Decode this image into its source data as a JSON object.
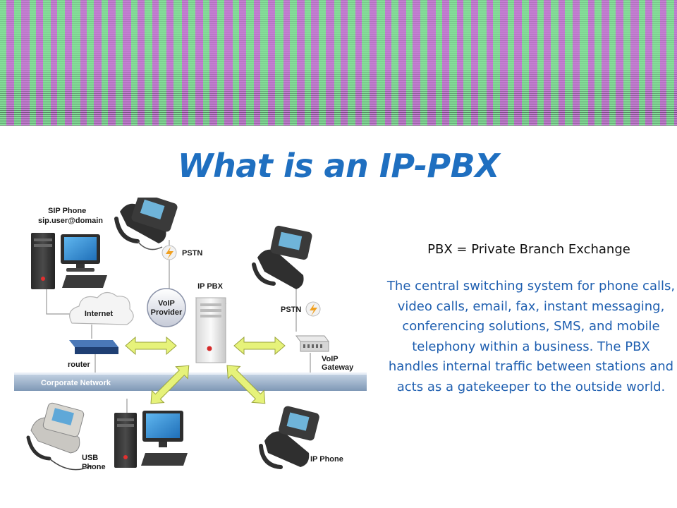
{
  "slide": {
    "title": "What is an IP-PBX",
    "definition": "PBX = Private Branch Exchange",
    "description": "The central switching system for phone calls, video calls, email, fax, instant messaging, conferencing solutions, SMS, and mobile telephony within a business. The PBX handles internal traffic between stations and acts as a gatekeeper to the outside world."
  },
  "diagram": {
    "sip_phone_label": "SIP Phone",
    "sip_address": "sip.user@domain",
    "pstn_top_label": "PSTN",
    "ip_pbx_label": "IP PBX",
    "pstn_right_label": "PSTN",
    "internet_label": "Internet",
    "voip_provider_label_1": "VoIP",
    "voip_provider_label_2": "Provider",
    "router_label": "router",
    "voip_gateway_label_1": "VoIP",
    "voip_gateway_label_2": "Gateway",
    "corporate_network_label": "Corporate Network",
    "usb_phone_label_1": "USB",
    "usb_phone_label_2": "Phone",
    "ip_phone_label": "IP Phone"
  },
  "colors": {
    "title": "#1f6fc0",
    "description": "#1f5fb0",
    "stripe_green": "#86df9a",
    "stripe_purple": "#c67fd4",
    "arrow_fill": "#e6f27a"
  },
  "icons": [
    "desk-phone-icon",
    "desktop-computer-icon",
    "cloud-icon",
    "router-icon",
    "server-icon",
    "gateway-icon",
    "lightning-icon",
    "usb-phone-icon"
  ]
}
